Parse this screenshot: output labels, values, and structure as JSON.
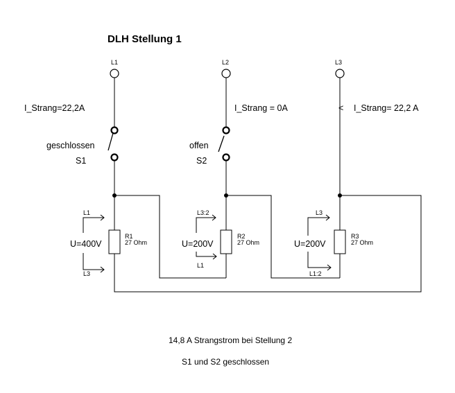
{
  "title": "DLH Stellung 1",
  "phases": [
    {
      "label": "L1",
      "current": "I_Strang=22,2A"
    },
    {
      "label": "L2",
      "current": "I_Strang = 0A"
    },
    {
      "label": "L3",
      "current": "I_Strang= 22,2 A",
      "current_prefix": "<"
    }
  ],
  "switches": [
    {
      "name": "S1",
      "state": "geschlossen"
    },
    {
      "name": "S2",
      "state": "offen"
    }
  ],
  "resistors": [
    {
      "name": "R1",
      "value": "27 Ohm",
      "voltage": "U=400V",
      "arrow_top": "L1",
      "arrow_bottom": "L3"
    },
    {
      "name": "R2",
      "value": "27 Ohm",
      "voltage": "U=200V",
      "arrow_top": "L3:2",
      "arrow_bottom": "L1"
    },
    {
      "name": "R3",
      "value": "27 Ohm",
      "voltage": "U=200V",
      "arrow_top": "L3",
      "arrow_bottom": "L1:2"
    }
  ],
  "caption": {
    "line1": "14,8 A Strangstrom bei Stellung 2",
    "line2": "S1 und S2 geschlossen"
  }
}
